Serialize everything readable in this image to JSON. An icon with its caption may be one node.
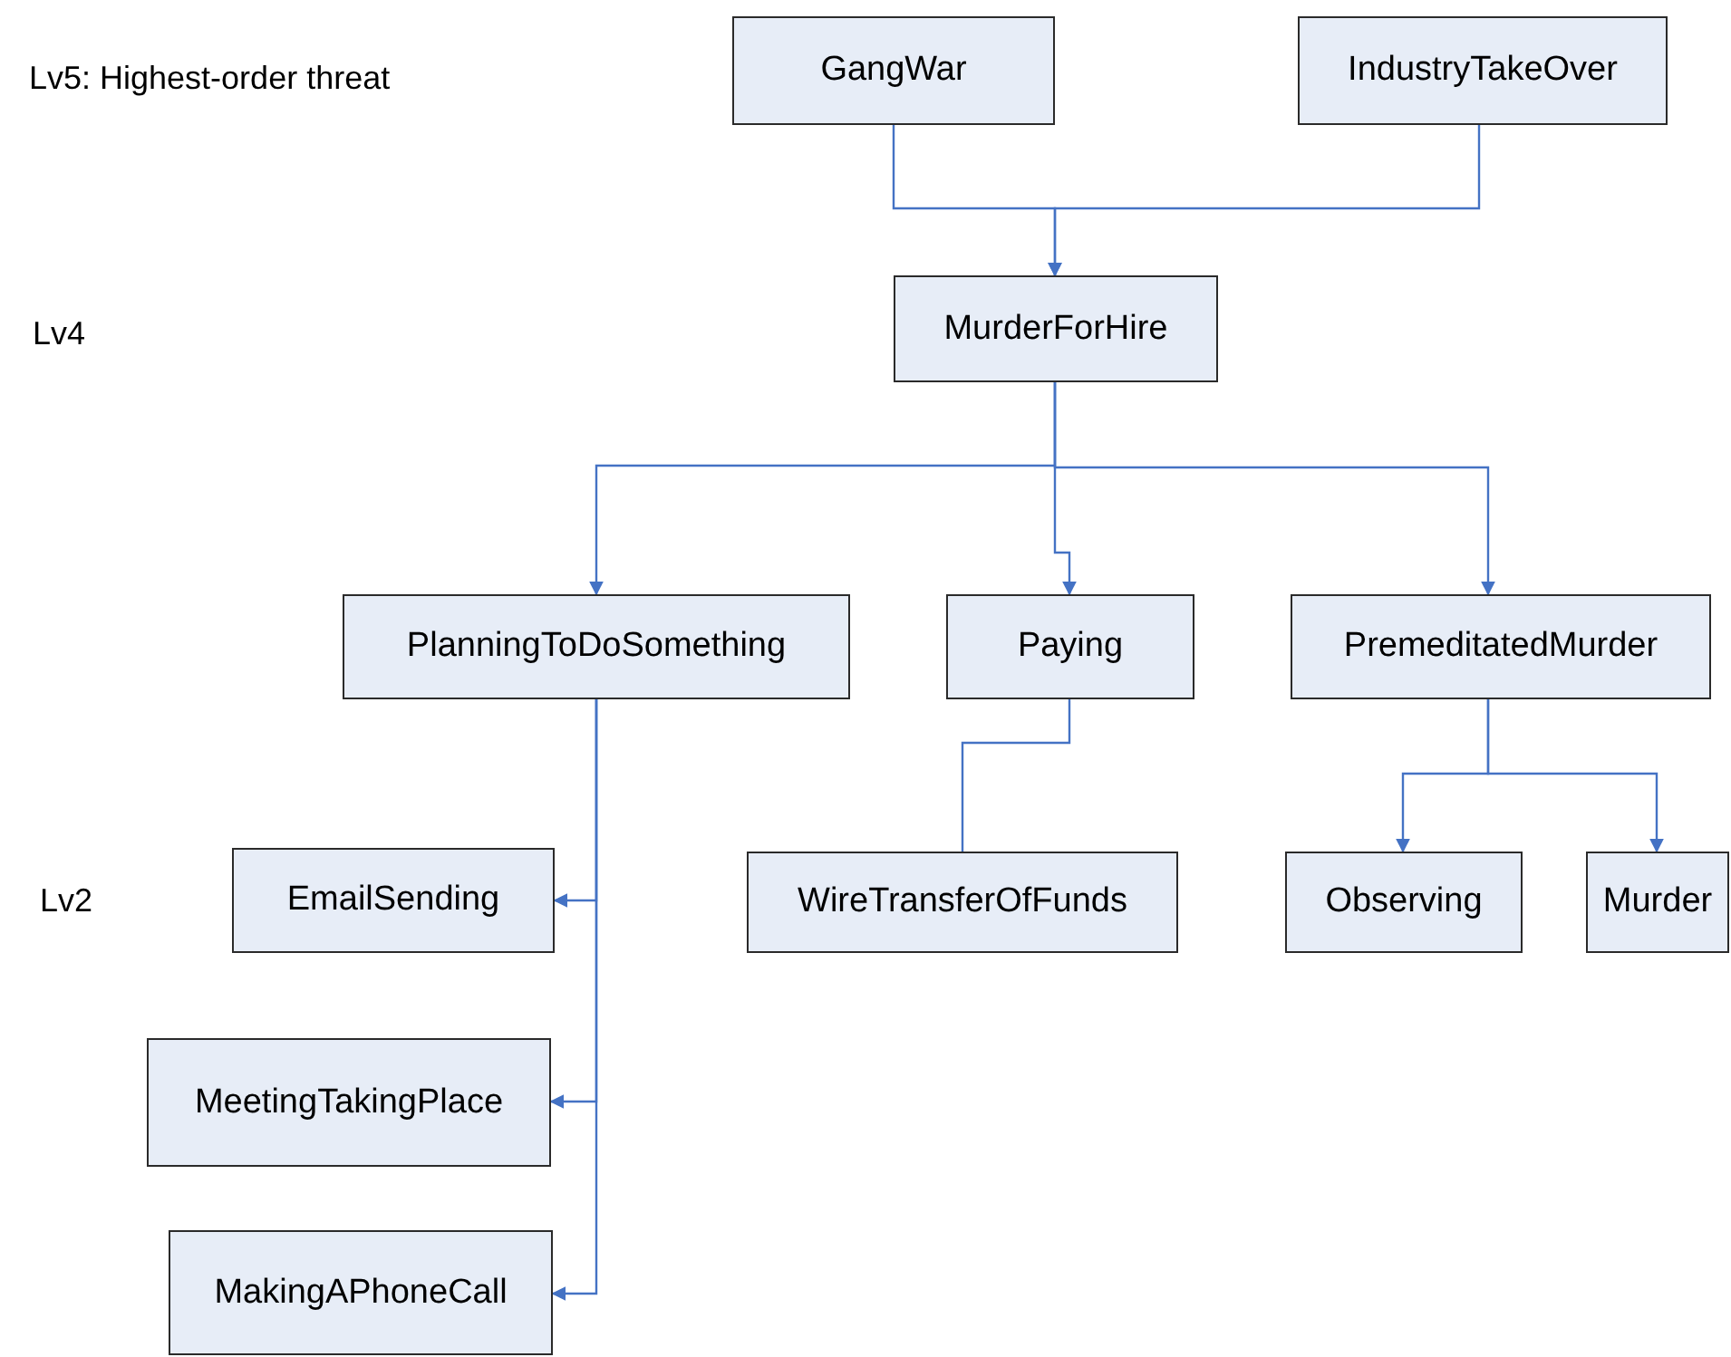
{
  "diagram": {
    "nodes": [
      {
        "text": [
          "GangWar"
        ]
      },
      {
        "text": [
          "IndustryTakeOver"
        ]
      },
      {
        "text": [
          "MurderForHire"
        ]
      },
      {
        "text": [
          "PlanningToDoSomething"
        ]
      },
      {
        "text": [
          "Paying"
        ]
      },
      {
        "text": [
          "PremeditatedMurder"
        ]
      },
      {
        "text": [
          "EmailSending"
        ]
      },
      {
        "text": [
          "WireTransferOfFunds"
        ]
      },
      {
        "text": [
          "Observing"
        ]
      },
      {
        "text": [
          "Murder"
        ]
      },
      {
        "text": [
          "MeetingTakingPlace"
        ]
      },
      {
        "text": [
          "MakingAPhoneCall"
        ]
      }
    ],
    "edges": [
      {
        "from": 0,
        "to": 2,
        "arrow": "to"
      },
      {
        "from": 1,
        "to": 2,
        "arrow": "to"
      },
      {
        "from": 2,
        "to": 3,
        "arrow": "to"
      },
      {
        "from": 2,
        "to": 4,
        "arrow": "to"
      },
      {
        "from": 2,
        "to": 5,
        "arrow": "to"
      },
      {
        "from": 3,
        "to": 6,
        "arrow": "to"
      },
      {
        "from": 3,
        "to": 10,
        "arrow": "to"
      },
      {
        "from": 3,
        "to": 11,
        "arrow": "to"
      },
      {
        "from": 4,
        "to": 7,
        "arrow": "none"
      },
      {
        "from": 5,
        "to": 8,
        "arrow": "to"
      },
      {
        "from": 5,
        "to": 9,
        "arrow": "to"
      }
    ],
    "labels": [
      "Lv5: Highest-order threat",
      "Lv4",
      "Lv2"
    ]
  }
}
